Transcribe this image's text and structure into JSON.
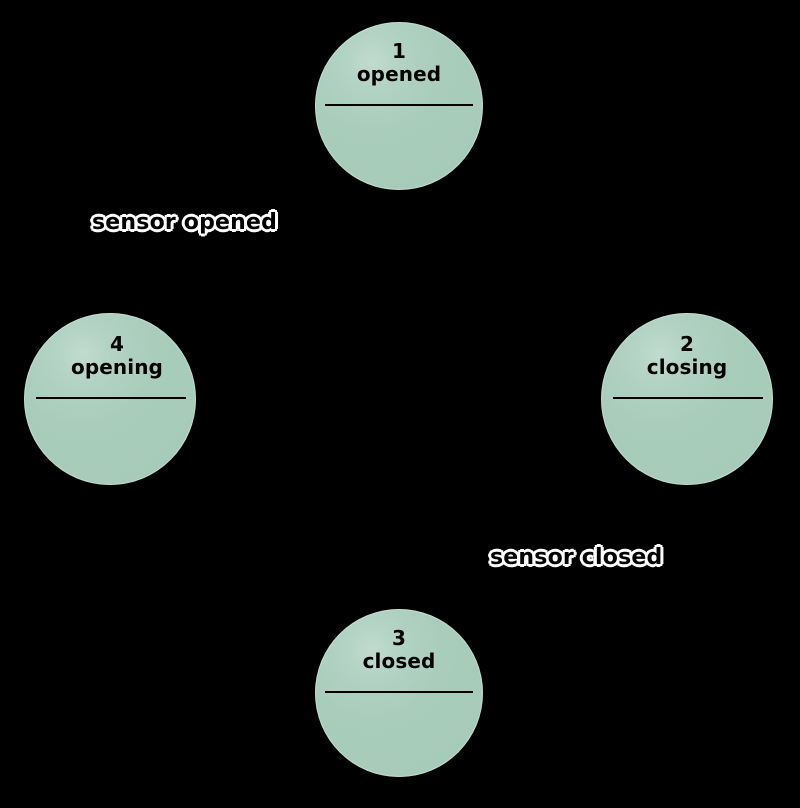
{
  "diagram": {
    "type": "uml-state-machine",
    "background_color": "#000000",
    "node_fill_color": "#a8ccbb",
    "node_text_color": "#000000",
    "label_text_color": "#000000",
    "label_outline_color": "#ffffff",
    "states": [
      {
        "id": "1",
        "number": "1",
        "name": "opened",
        "position": "top"
      },
      {
        "id": "2",
        "number": "2",
        "name": "closing",
        "position": "right"
      },
      {
        "id": "3",
        "number": "3",
        "name": "closed",
        "position": "bottom"
      },
      {
        "id": "4",
        "number": "4",
        "name": "opening",
        "position": "left"
      }
    ],
    "transitions": [
      {
        "id": "t1",
        "label": "sensor opened",
        "from": "4",
        "to": "1"
      },
      {
        "id": "t2",
        "label": "sensor closed",
        "from": "2",
        "to": "3"
      }
    ]
  }
}
